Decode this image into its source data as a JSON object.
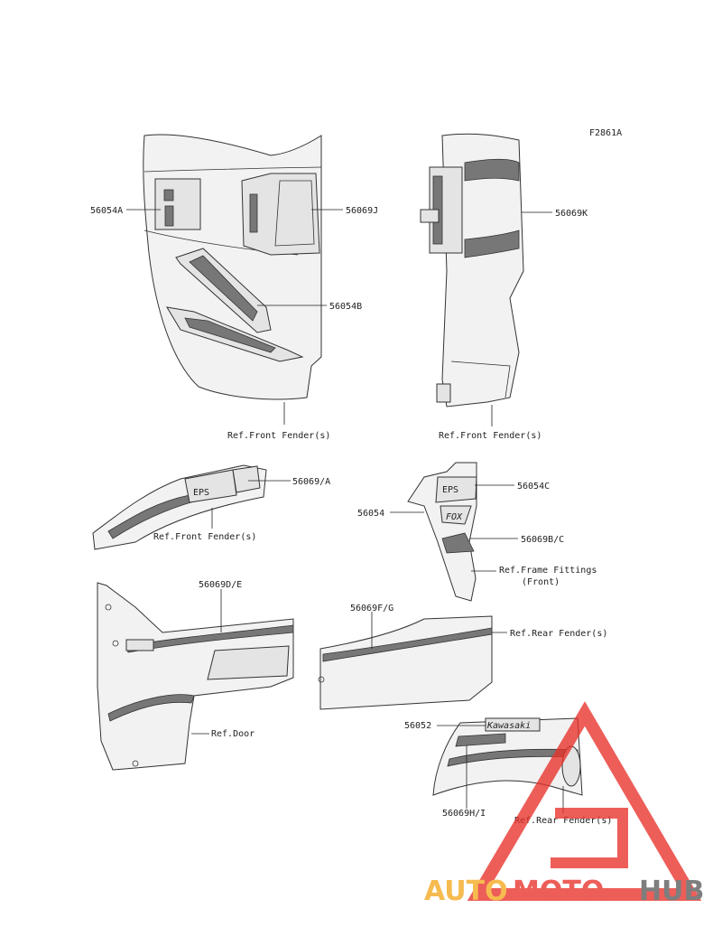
{
  "figure_code": "F2861A",
  "labels": {
    "l_56054A": "56054A",
    "l_56069J": "56069J",
    "l_56054B": "56054B",
    "l_56069K": "56069K",
    "l_ref_front_fender_1": "Ref.Front Fender(s)",
    "l_ref_front_fender_2": "Ref.Front Fender(s)",
    "l_56069A": "56069/A",
    "l_ref_front_fender_3": "Ref.Front Fender(s)",
    "l_56054C": "56054C",
    "l_56054": "56054",
    "l_56069BC": "56069B/C",
    "l_ref_frame_fittings_1": "Ref.Frame Fittings",
    "l_ref_frame_fittings_2": "(Front)",
    "l_56069DE": "56069D/E",
    "l_56069FG": "56069F/G",
    "l_ref_rear_fender_1": "Ref.Rear Fender(s)",
    "l_ref_door": "Ref.Door",
    "l_56052": "56052",
    "l_56069HI": "56069H/I",
    "l_ref_rear_fender_2": "Ref.Rear Fender(s)"
  },
  "decal_text": {
    "eps_1": "EPS",
    "eps_2": "EPS",
    "fox": "FOX",
    "kawasaki": "Kawasaki"
  },
  "watermark": {
    "part1": "AUTO",
    "part2": "MOTO",
    "part3": "HUB",
    "color_orange": "#f4a91e",
    "color_red": "#e8312b",
    "color_gray": "#5a5a5a"
  }
}
